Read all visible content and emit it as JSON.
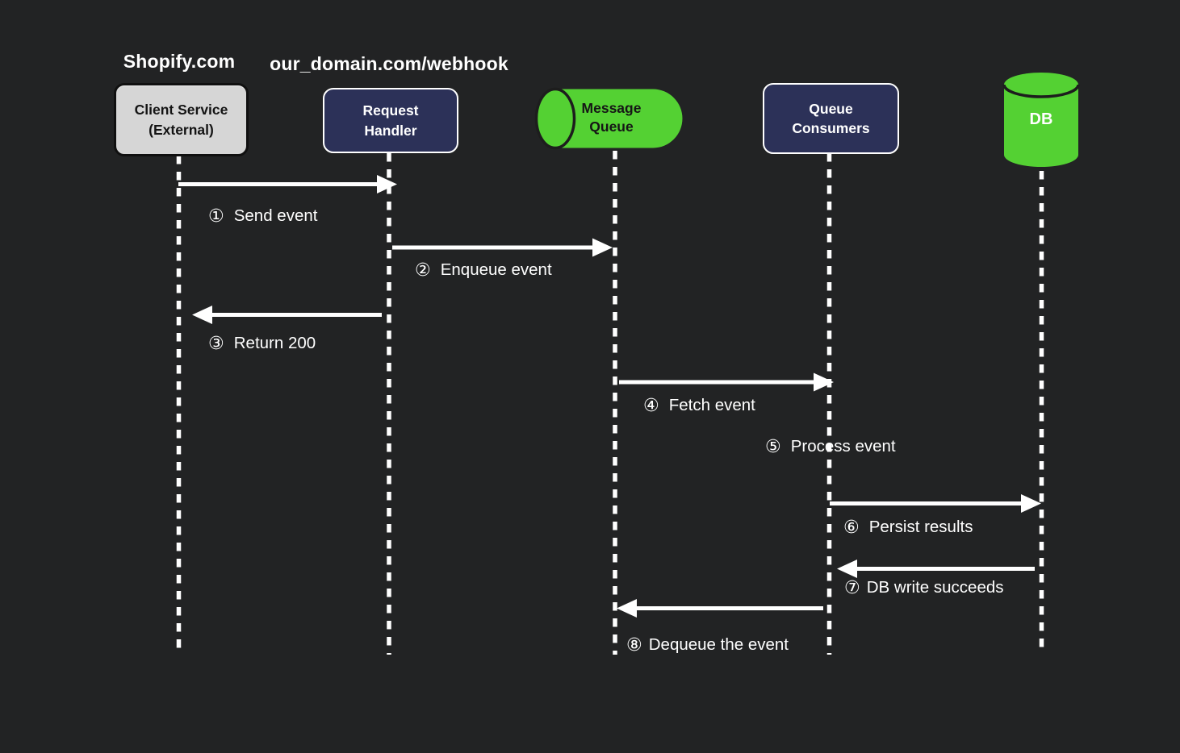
{
  "diagram": {
    "type": "sequence-diagram",
    "background": "#222324",
    "colors": {
      "green": "#54d133",
      "navy": "#2c3158",
      "gray": "#d6d6d6",
      "line_white": "#ffffff",
      "dark_text": "#141414"
    }
  },
  "header_labels": {
    "client_domain": "Shopify.com",
    "webhook_url": "our_domain.com/webhook"
  },
  "actors": [
    {
      "name": "Client Service (External)",
      "line1": "Client Service",
      "line2": "(External)",
      "shape": "rounded-box-gray"
    },
    {
      "name": "Request Handler",
      "line1": "Request",
      "line2": "Handler",
      "shape": "rounded-box-navy"
    },
    {
      "name": "Message Queue",
      "line1": "Message",
      "line2": "Queue",
      "shape": "horizontal-cylinder-green"
    },
    {
      "name": "Queue Consumers",
      "line1": "Queue",
      "line2": "Consumers",
      "shape": "rounded-box-navy"
    },
    {
      "name": "DB",
      "line1": "DB",
      "shape": "database-cylinder-green"
    }
  ],
  "messages": [
    {
      "num": "①",
      "text": "Send event",
      "from": "Client Service (External)",
      "to": "Request Handler"
    },
    {
      "num": "②",
      "text": "Enqueue event",
      "from": "Request Handler",
      "to": "Message Queue"
    },
    {
      "num": "③",
      "text": "Return 200",
      "from": "Request Handler",
      "to": "Client Service (External)"
    },
    {
      "num": "④",
      "text": "Fetch event",
      "from": "Message Queue",
      "to": "Queue Consumers"
    },
    {
      "num": "⑤",
      "text": "Process event",
      "from": "Queue Consumers",
      "to": "Queue Consumers"
    },
    {
      "num": "⑥",
      "text": "Persist results",
      "from": "Queue Consumers",
      "to": "DB"
    },
    {
      "num": "⑦",
      "text": "DB write succeeds",
      "from": "DB",
      "to": "Queue Consumers"
    },
    {
      "num": "⑧",
      "text": "Dequeue the event",
      "from": "Queue Consumers",
      "to": "Message Queue"
    }
  ]
}
